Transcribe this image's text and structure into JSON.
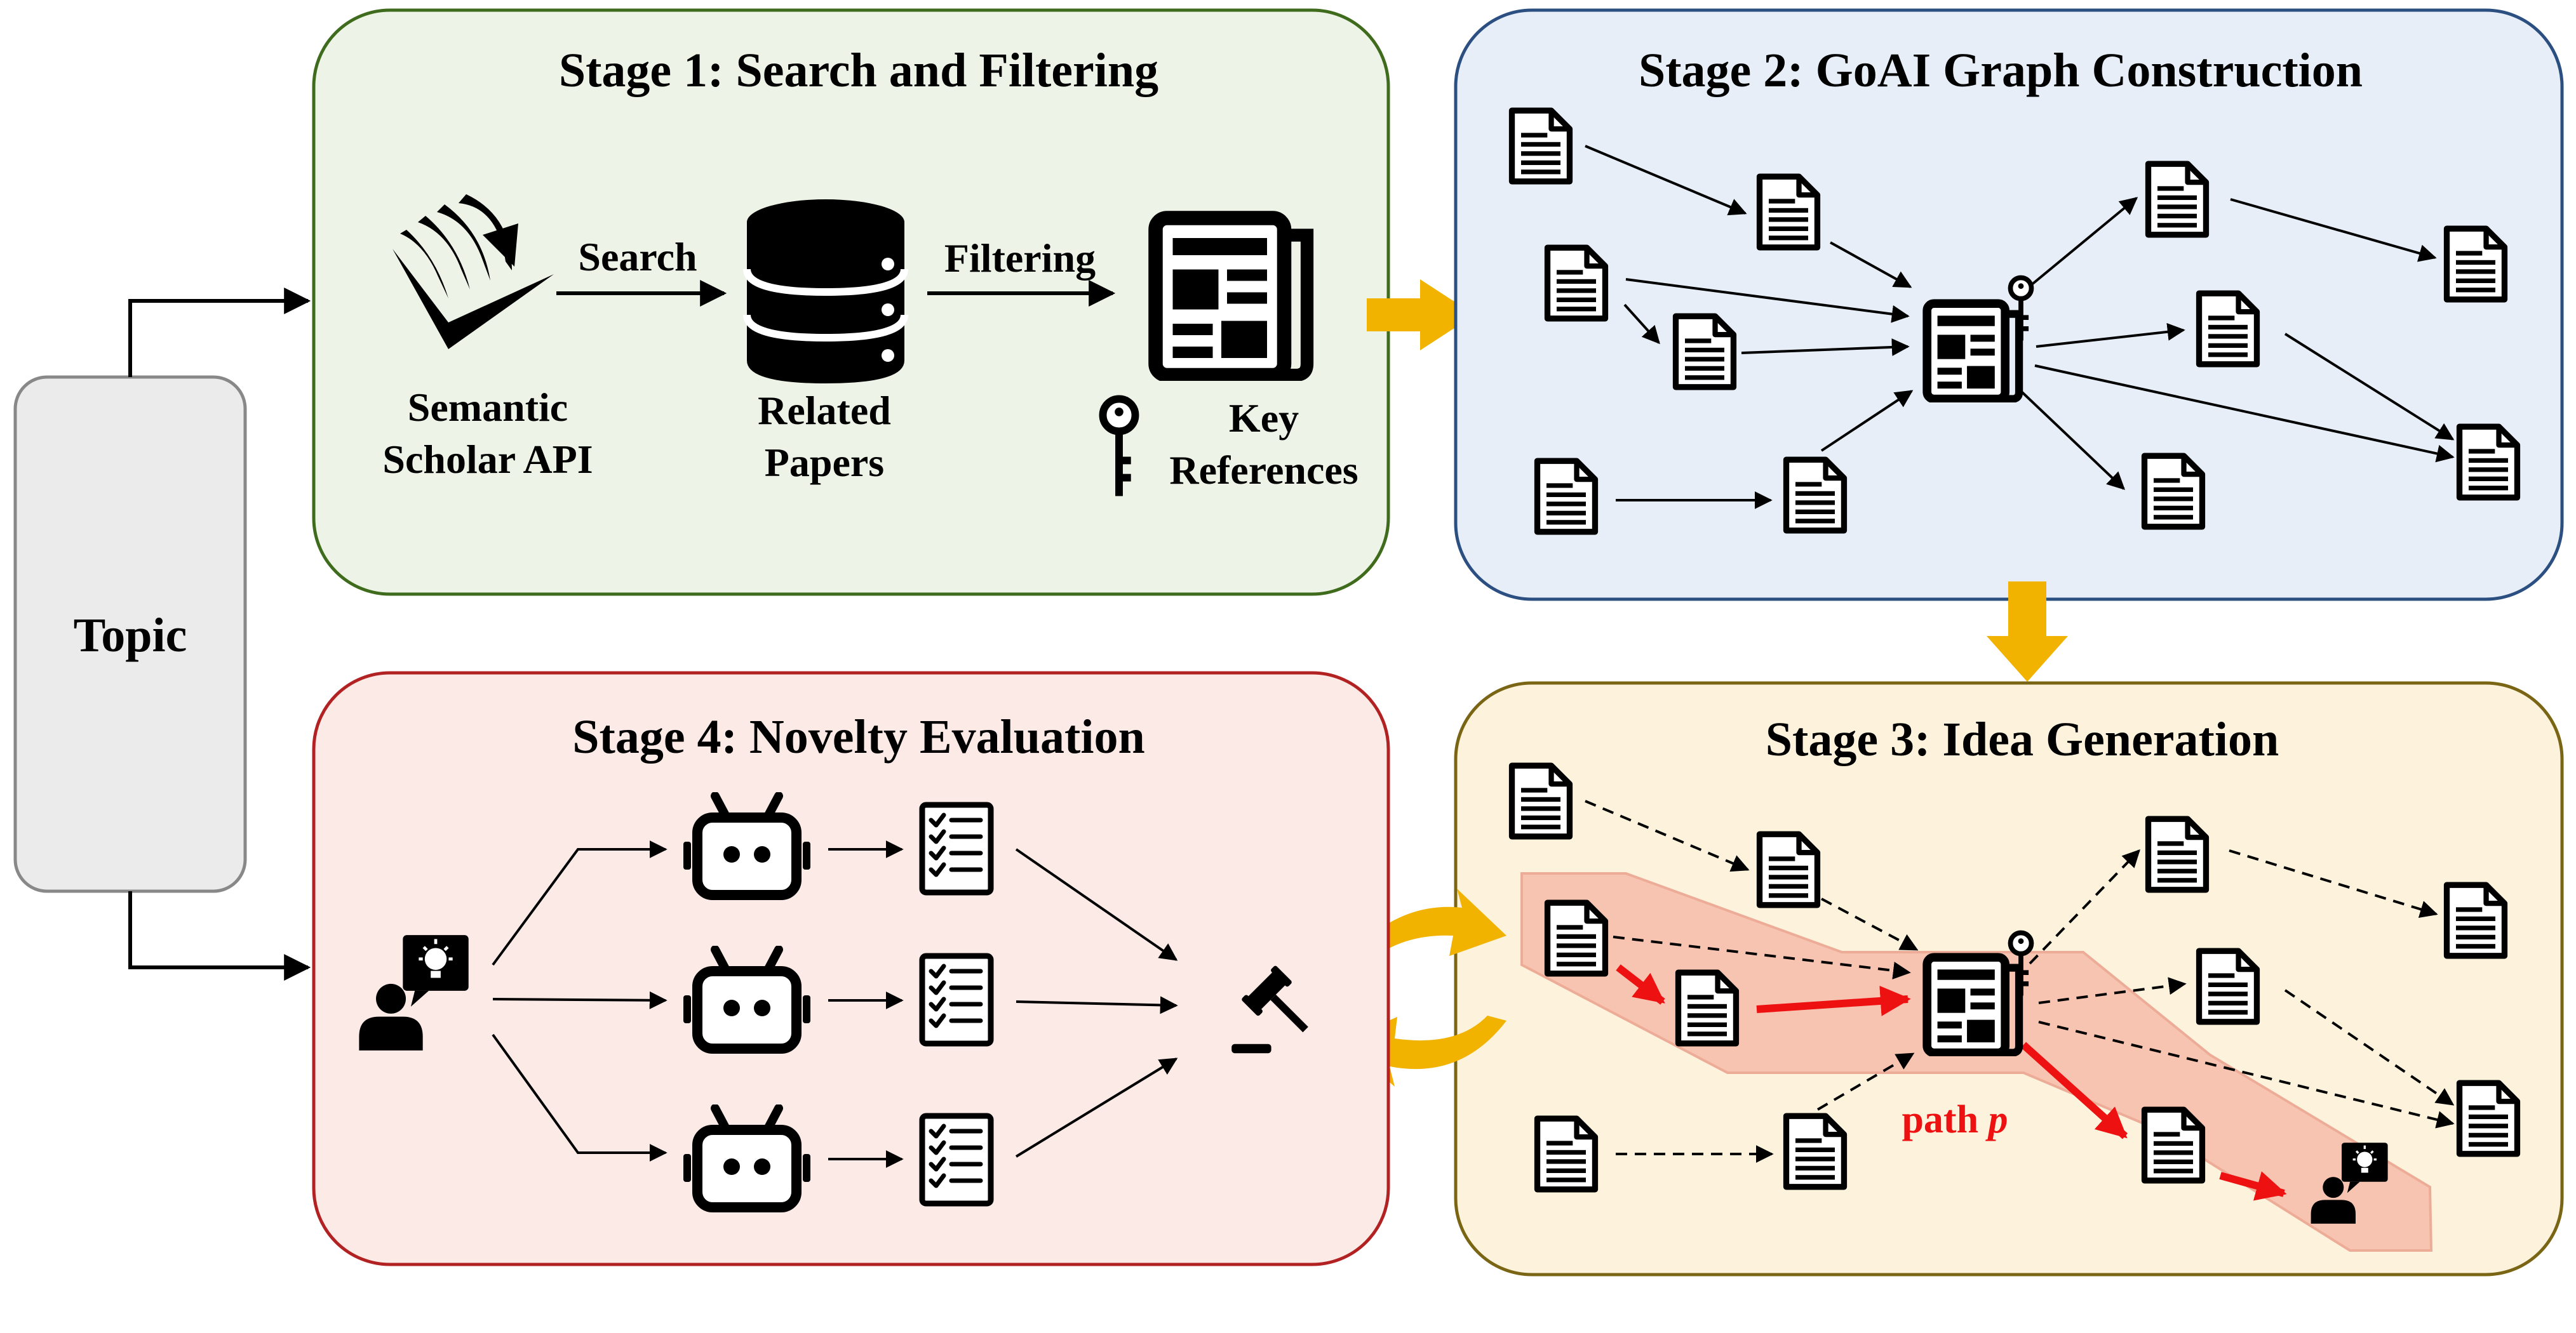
{
  "topic": {
    "label": "Topic"
  },
  "stage1": {
    "title": "Stage 1: Search and Filtering",
    "search_label": "Search",
    "filtering_label": "Filtering",
    "api_label_line1": "Semantic",
    "api_label_line2": "Scholar API",
    "papers_label_line1": "Related",
    "papers_label_line2": "Papers",
    "refs_label_line1": "Key",
    "refs_label_line2": "References"
  },
  "stage2": {
    "title": "Stage 2: GoAI Graph Construction"
  },
  "stage3": {
    "title": "Stage 3: Idea Generation",
    "path_label": "path ",
    "path_var": "p"
  },
  "stage4": {
    "title": "Stage 4: Novelty Evaluation"
  },
  "colors": {
    "stage1_fill": "#edf3e6",
    "stage1_stroke": "#3e6b1c",
    "stage2_fill": "#e7eef8",
    "stage2_stroke": "#2c4f82",
    "stage3_fill": "#fdf3dd",
    "stage3_stroke": "#7a6515",
    "stage4_fill": "#fbeae5",
    "stage4_stroke": "#b22222",
    "topic_fill": "#ebebeb",
    "topic_stroke": "#888888",
    "flow_arrow": "#f1b300",
    "highlight_band": "#f6b5a3",
    "path_arrow": "#ee1111"
  },
  "icons": [
    "semantic-scholar-logo",
    "database-icon",
    "newspaper-icon",
    "key-icon",
    "document-icon",
    "robot-icon",
    "checklist-icon",
    "gavel-icon",
    "person-idea-icon"
  ]
}
